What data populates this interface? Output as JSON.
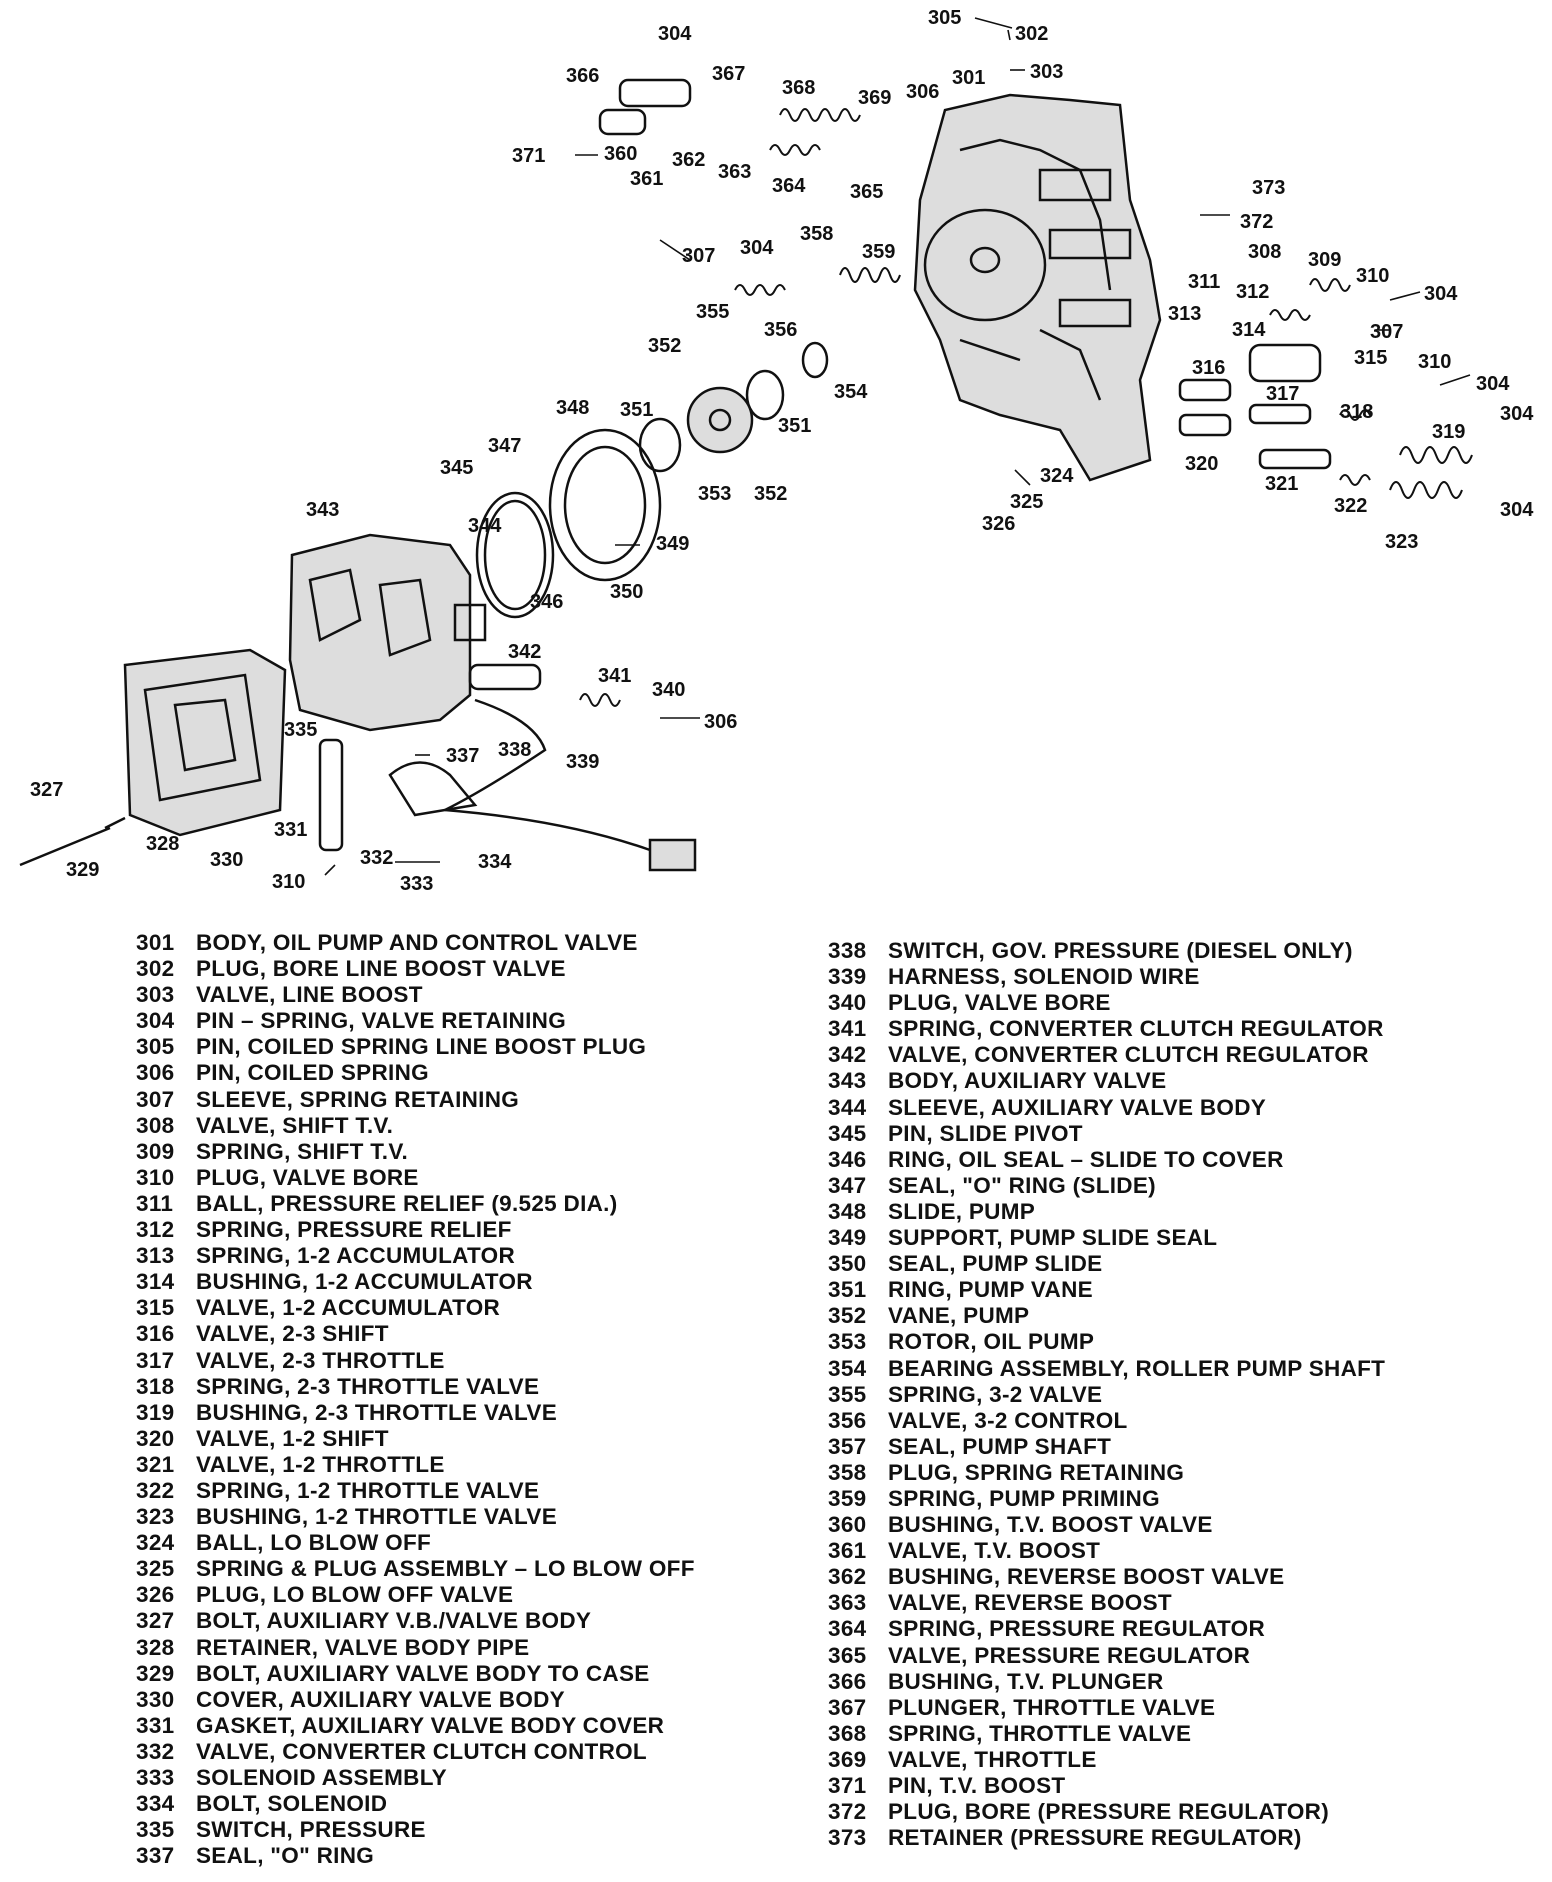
{
  "callouts": [
    {
      "id": "301",
      "label": "301"
    },
    {
      "id": "302",
      "label": "302"
    },
    {
      "id": "303",
      "label": "303"
    },
    {
      "id": "304a",
      "label": "304"
    },
    {
      "id": "304b",
      "label": "304"
    },
    {
      "id": "304c",
      "label": "304"
    },
    {
      "id": "304d",
      "label": "304"
    },
    {
      "id": "304e",
      "label": "304"
    },
    {
      "id": "304f",
      "label": "304"
    },
    {
      "id": "305",
      "label": "305"
    },
    {
      "id": "306a",
      "label": "306"
    },
    {
      "id": "306b",
      "label": "306"
    },
    {
      "id": "307a",
      "label": "307"
    },
    {
      "id": "307b",
      "label": "307"
    },
    {
      "id": "308",
      "label": "308"
    },
    {
      "id": "309",
      "label": "309"
    },
    {
      "id": "310a",
      "label": "310"
    },
    {
      "id": "310b",
      "label": "310"
    },
    {
      "id": "310c",
      "label": "310"
    },
    {
      "id": "311",
      "label": "311"
    },
    {
      "id": "312",
      "label": "312"
    },
    {
      "id": "313",
      "label": "313"
    },
    {
      "id": "314",
      "label": "314"
    },
    {
      "id": "315",
      "label": "315"
    },
    {
      "id": "316",
      "label": "316"
    },
    {
      "id": "317",
      "label": "317"
    },
    {
      "id": "318",
      "label": "318"
    },
    {
      "id": "319",
      "label": "319"
    },
    {
      "id": "320",
      "label": "320"
    },
    {
      "id": "321",
      "label": "321"
    },
    {
      "id": "322",
      "label": "322"
    },
    {
      "id": "323",
      "label": "323"
    },
    {
      "id": "324",
      "label": "324"
    },
    {
      "id": "325",
      "label": "325"
    },
    {
      "id": "326",
      "label": "326"
    },
    {
      "id": "327",
      "label": "327"
    },
    {
      "id": "328",
      "label": "328"
    },
    {
      "id": "329",
      "label": "329"
    },
    {
      "id": "330",
      "label": "330"
    },
    {
      "id": "331",
      "label": "331"
    },
    {
      "id": "332",
      "label": "332"
    },
    {
      "id": "333",
      "label": "333"
    },
    {
      "id": "334",
      "label": "334"
    },
    {
      "id": "335",
      "label": "335"
    },
    {
      "id": "337",
      "label": "337"
    },
    {
      "id": "338",
      "label": "338"
    },
    {
      "id": "339",
      "label": "339"
    },
    {
      "id": "340",
      "label": "340"
    },
    {
      "id": "341",
      "label": "341"
    },
    {
      "id": "342",
      "label": "342"
    },
    {
      "id": "343",
      "label": "343"
    },
    {
      "id": "344",
      "label": "344"
    },
    {
      "id": "345",
      "label": "345"
    },
    {
      "id": "346",
      "label": "346"
    },
    {
      "id": "347",
      "label": "347"
    },
    {
      "id": "348",
      "label": "348"
    },
    {
      "id": "349",
      "label": "349"
    },
    {
      "id": "350",
      "label": "350"
    },
    {
      "id": "351a",
      "label": "351"
    },
    {
      "id": "351b",
      "label": "351"
    },
    {
      "id": "352a",
      "label": "352"
    },
    {
      "id": "352b",
      "label": "352"
    },
    {
      "id": "353",
      "label": "353"
    },
    {
      "id": "354",
      "label": "354"
    },
    {
      "id": "355",
      "label": "355"
    },
    {
      "id": "356",
      "label": "356"
    },
    {
      "id": "358",
      "label": "358"
    },
    {
      "id": "359",
      "label": "359"
    },
    {
      "id": "360",
      "label": "360"
    },
    {
      "id": "361",
      "label": "361"
    },
    {
      "id": "362",
      "label": "362"
    },
    {
      "id": "363",
      "label": "363"
    },
    {
      "id": "364",
      "label": "364"
    },
    {
      "id": "365",
      "label": "365"
    },
    {
      "id": "366",
      "label": "366"
    },
    {
      "id": "367",
      "label": "367"
    },
    {
      "id": "368",
      "label": "368"
    },
    {
      "id": "369",
      "label": "369"
    },
    {
      "id": "371",
      "label": "371"
    },
    {
      "id": "372",
      "label": "372"
    },
    {
      "id": "373",
      "label": "373"
    }
  ],
  "legend_left": [
    {
      "num": "301",
      "desc": "BODY, OIL PUMP AND CONTROL VALVE"
    },
    {
      "num": "302",
      "desc": "PLUG, BORE LINE BOOST VALVE"
    },
    {
      "num": "303",
      "desc": "VALVE, LINE BOOST"
    },
    {
      "num": "304",
      "desc": "PIN – SPRING, VALVE RETAINING"
    },
    {
      "num": "305",
      "desc": "PIN, COILED SPRING LINE BOOST PLUG"
    },
    {
      "num": "306",
      "desc": "PIN, COILED SPRING"
    },
    {
      "num": "307",
      "desc": "SLEEVE, SPRING RETAINING"
    },
    {
      "num": "308",
      "desc": "VALVE, SHIFT T.V."
    },
    {
      "num": "309",
      "desc": "SPRING, SHIFT T.V."
    },
    {
      "num": "310",
      "desc": "PLUG, VALVE BORE"
    },
    {
      "num": "311",
      "desc": "BALL, PRESSURE RELIEF (9.525 DIA.)"
    },
    {
      "num": "312",
      "desc": "SPRING, PRESSURE RELIEF"
    },
    {
      "num": "313",
      "desc": "SPRING, 1-2 ACCUMULATOR"
    },
    {
      "num": "314",
      "desc": "BUSHING, 1-2 ACCUMULATOR"
    },
    {
      "num": "315",
      "desc": "VALVE, 1-2 ACCUMULATOR"
    },
    {
      "num": "316",
      "desc": "VALVE, 2-3 SHIFT"
    },
    {
      "num": "317",
      "desc": "VALVE, 2-3 THROTTLE"
    },
    {
      "num": "318",
      "desc": "SPRING, 2-3 THROTTLE VALVE"
    },
    {
      "num": "319",
      "desc": "BUSHING, 2-3 THROTTLE VALVE"
    },
    {
      "num": "320",
      "desc": "VALVE, 1-2 SHIFT"
    },
    {
      "num": "321",
      "desc": "VALVE, 1-2 THROTTLE"
    },
    {
      "num": "322",
      "desc": "SPRING, 1-2 THROTTLE VALVE"
    },
    {
      "num": "323",
      "desc": "BUSHING, 1-2 THROTTLE VALVE"
    },
    {
      "num": "324",
      "desc": "BALL, LO BLOW OFF"
    },
    {
      "num": "325",
      "desc": "SPRING & PLUG ASSEMBLY – LO BLOW OFF"
    },
    {
      "num": "326",
      "desc": "PLUG, LO BLOW OFF VALVE"
    },
    {
      "num": "327",
      "desc": "BOLT, AUXILIARY V.B./VALVE BODY"
    },
    {
      "num": "328",
      "desc": "RETAINER, VALVE BODY PIPE"
    },
    {
      "num": "329",
      "desc": "BOLT, AUXILIARY VALVE BODY TO CASE"
    },
    {
      "num": "330",
      "desc": "COVER, AUXILIARY VALVE BODY"
    },
    {
      "num": "331",
      "desc": "GASKET, AUXILIARY VALVE BODY COVER"
    },
    {
      "num": "332",
      "desc": "VALVE, CONVERTER CLUTCH CONTROL"
    },
    {
      "num": "333",
      "desc": "SOLENOID ASSEMBLY"
    },
    {
      "num": "334",
      "desc": "BOLT, SOLENOID"
    },
    {
      "num": "335",
      "desc": "SWITCH, PRESSURE"
    },
    {
      "num": "337",
      "desc": "SEAL, \"O\" RING"
    }
  ],
  "legend_right": [
    {
      "num": "338",
      "desc": "SWITCH, GOV. PRESSURE (DIESEL ONLY)"
    },
    {
      "num": "339",
      "desc": "HARNESS, SOLENOID WIRE"
    },
    {
      "num": "340",
      "desc": "PLUG, VALVE BORE"
    },
    {
      "num": "341",
      "desc": "SPRING, CONVERTER CLUTCH REGULATOR"
    },
    {
      "num": "342",
      "desc": "VALVE, CONVERTER CLUTCH REGULATOR"
    },
    {
      "num": "343",
      "desc": "BODY, AUXILIARY VALVE"
    },
    {
      "num": "344",
      "desc": "SLEEVE, AUXILIARY VALVE BODY"
    },
    {
      "num": "345",
      "desc": "PIN, SLIDE PIVOT"
    },
    {
      "num": "346",
      "desc": "RING, OIL SEAL – SLIDE TO COVER"
    },
    {
      "num": "347",
      "desc": "SEAL, \"O\" RING (SLIDE)"
    },
    {
      "num": "348",
      "desc": "SLIDE, PUMP"
    },
    {
      "num": "349",
      "desc": "SUPPORT, PUMP SLIDE SEAL"
    },
    {
      "num": "350",
      "desc": "SEAL, PUMP SLIDE"
    },
    {
      "num": "351",
      "desc": "RING, PUMP VANE"
    },
    {
      "num": "352",
      "desc": "VANE, PUMP"
    },
    {
      "num": "353",
      "desc": "ROTOR, OIL PUMP"
    },
    {
      "num": "354",
      "desc": "BEARING ASSEMBLY, ROLLER PUMP SHAFT"
    },
    {
      "num": "355",
      "desc": "SPRING, 3-2 VALVE"
    },
    {
      "num": "356",
      "desc": "VALVE, 3-2 CONTROL"
    },
    {
      "num": "357",
      "desc": "SEAL, PUMP SHAFT"
    },
    {
      "num": "358",
      "desc": "PLUG, SPRING RETAINING"
    },
    {
      "num": "359",
      "desc": "SPRING, PUMP PRIMING"
    },
    {
      "num": "360",
      "desc": "BUSHING, T.V. BOOST VALVE"
    },
    {
      "num": "361",
      "desc": "VALVE, T.V. BOOST"
    },
    {
      "num": "362",
      "desc": "BUSHING, REVERSE BOOST VALVE"
    },
    {
      "num": "363",
      "desc": "VALVE, REVERSE BOOST"
    },
    {
      "num": "364",
      "desc": "SPRING, PRESSURE REGULATOR"
    },
    {
      "num": "365",
      "desc": "VALVE, PRESSURE REGULATOR"
    },
    {
      "num": "366",
      "desc": "BUSHING, T.V. PLUNGER"
    },
    {
      "num": "367",
      "desc": "PLUNGER, THROTTLE VALVE"
    },
    {
      "num": "368",
      "desc": "SPRING, THROTTLE VALVE"
    },
    {
      "num": "369",
      "desc": "VALVE, THROTTLE"
    },
    {
      "num": "371",
      "desc": "PIN, T.V. BOOST"
    },
    {
      "num": "372",
      "desc": "PLUG, BORE (PRESSURE REGULATOR)"
    },
    {
      "num": "373",
      "desc": "RETAINER (PRESSURE REGULATOR)"
    }
  ]
}
